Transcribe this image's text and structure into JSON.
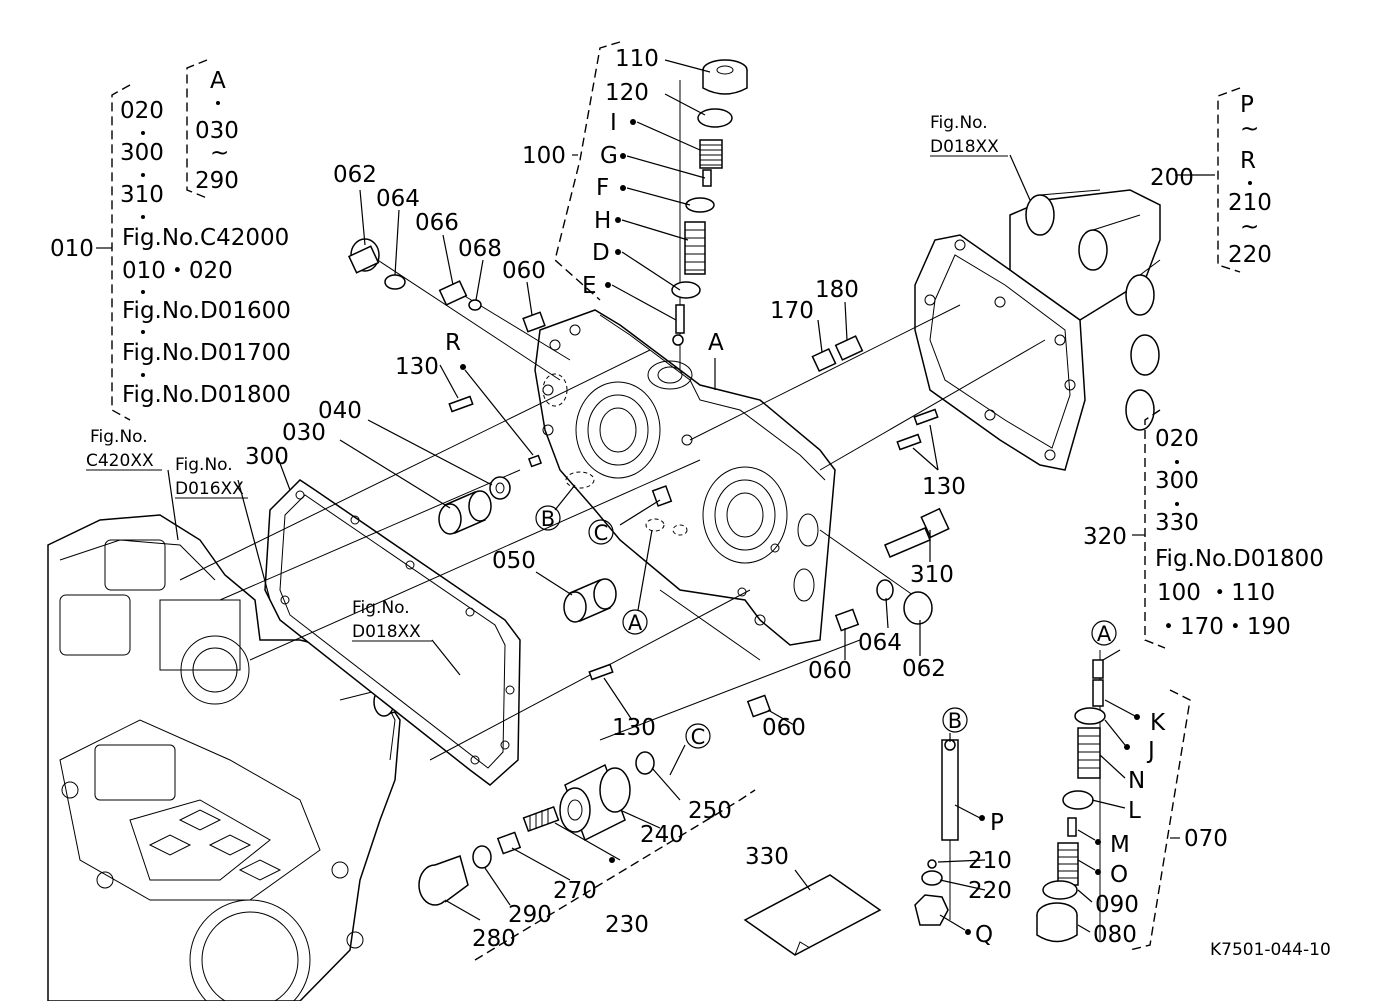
{
  "refs": {
    "A": "A",
    "B": "B",
    "C": "C",
    "D": "D",
    "E": "E",
    "F": "F",
    "G": "G",
    "H": "H",
    "I": "I",
    "J": "J",
    "K": "K",
    "L": "L",
    "M": "M",
    "N": "N",
    "O": "O",
    "P": "P",
    "Q": "Q",
    "R": "R"
  },
  "parts": {
    "p010": "010",
    "p020": "020",
    "p030": "030",
    "p040": "040",
    "p050": "050",
    "p060": "060",
    "p062": "062",
    "p064": "064",
    "p066": "066",
    "p068": "068",
    "p070": "070",
    "p080": "080",
    "p090": "090",
    "p100": "100",
    "p110": "110",
    "p120": "120",
    "p130": "130",
    "p170": "170",
    "p180": "180",
    "p200": "200",
    "p210": "210",
    "p220": "220",
    "p230": "230",
    "p240": "240",
    "p250": "250",
    "p270": "270",
    "p280": "280",
    "p290": "290",
    "p300": "300",
    "p310": "310",
    "p320": "320",
    "p330": "330"
  },
  "figs": {
    "fig_no": "Fig.No.",
    "c420xx": "C420XX",
    "d016xx": "D016XX",
    "d018xx": "D018XX"
  },
  "groups": {
    "g010": {
      "line1": "020",
      "line2": "300",
      "line3": "310",
      "line4": "Fig.No.C42000",
      "line5": "010・020",
      "line6": "Fig.No.D01600",
      "line7": "Fig.No.D01700",
      "line8": "Fig.No.D01800"
    },
    "gA": {
      "line1": "A",
      "line2": "030",
      "line3": "290",
      "tilde": "~"
    },
    "g200": {
      "line1": "P",
      "line2": "R",
      "line3": "210",
      "line4": "220",
      "tilde": "~"
    },
    "g320": {
      "line1": "020",
      "line2": "300",
      "line3": "330",
      "line4": "Fig.No.D01800",
      "line5": "100 ・110",
      "line6": "・170・190"
    }
  },
  "footer": {
    "code": "K7501-044-10"
  }
}
